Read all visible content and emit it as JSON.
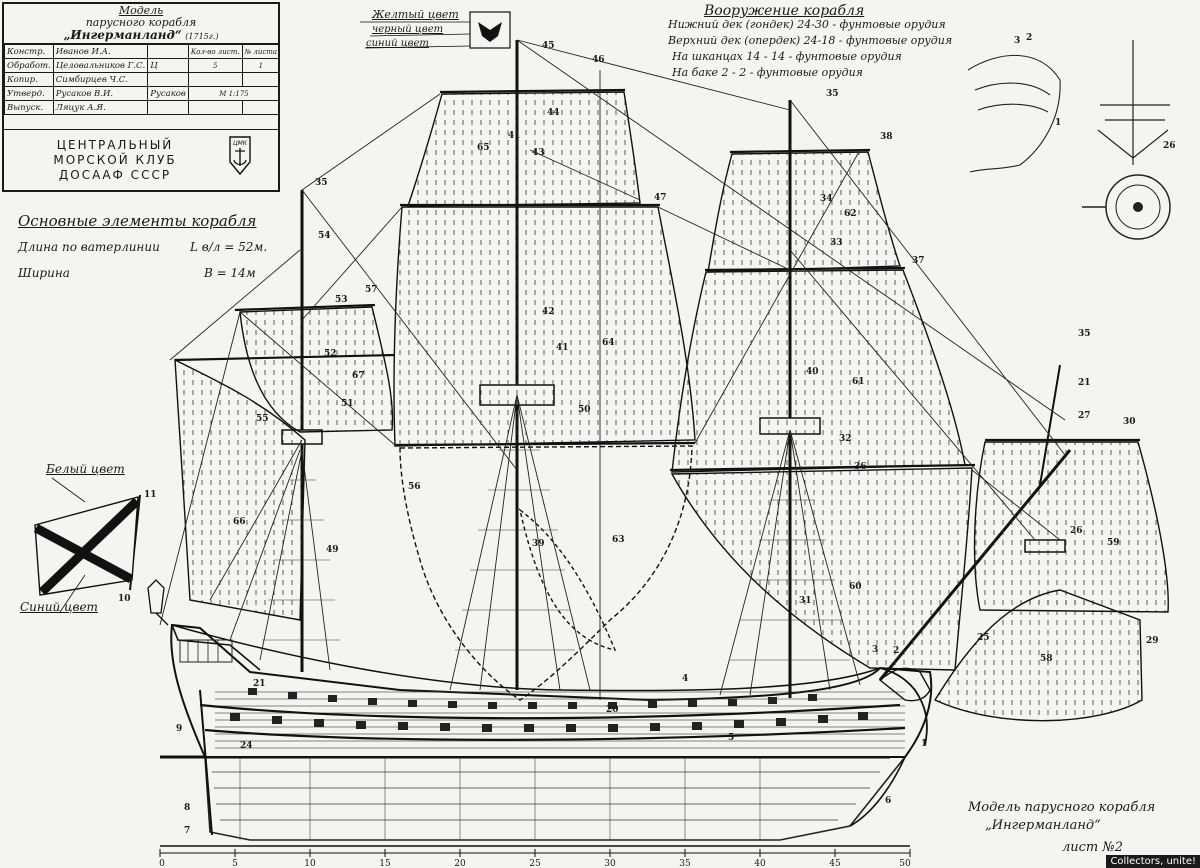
{
  "title_block": {
    "line1": "Модель",
    "line2": "парусного корабля",
    "line3": "„Ингерманланд“",
    "year": "(1715г.)",
    "rows": [
      {
        "role": "Констр.",
        "name": "Иванов И.А.",
        "sign": "",
        "c1": "Кол-во лист.",
        "c2": "№ листа"
      },
      {
        "role": "Обработ.",
        "name": "Целовальников Г.С.",
        "sign": "Ц",
        "c1": "5",
        "c2": "1"
      },
      {
        "role": "Копир.",
        "name": "Симбирцев Ч.С.",
        "sign": "",
        "c1": "",
        "c2": ""
      },
      {
        "role": "Утверд.",
        "name": "Русаков В.И.",
        "sign": "Русаков",
        "c1": "М 1:175",
        "c2": ""
      },
      {
        "role": "Выпуск.",
        "name": "Ляцук А.Я.",
        "sign": "",
        "c1": "",
        "c2": ""
      }
    ],
    "org_line1": "ЦЕНТРАЛЬНЫЙ",
    "org_line2": "МОРСКОЙ КЛУБ",
    "org_line3": "ДОСААФ СССР",
    "emblem": "ЦМК"
  },
  "elements": {
    "heading": "Основные элементы корабля",
    "length_label": "Длина по ватерлинии",
    "length_value": "L в/л = 52м.",
    "width_label": "Ширина",
    "width_value": "B = 14м"
  },
  "armament": {
    "heading": "Вооружение корабля",
    "lines": [
      "Нижний дек (гондек) 24-30 - фунтовые орудия",
      "Верхний дек (опердек) 24-18 - фунтовые орудия",
      "На шканцах 14 - 14 - фунтовые орудия",
      "На баке 2 - 2 - фунтовые орудия"
    ]
  },
  "flag_colors": {
    "top": {
      "label": "Желтый цвет",
      "color": "#e8c23a"
    },
    "middle": {
      "label": "черный цвет",
      "color": "#111111"
    },
    "bottom": {
      "label": "синий цвет",
      "color": "#1f3f8f"
    }
  },
  "jack": {
    "white_label": "Белый цвет",
    "blue_label": "Синий цвет"
  },
  "sheet": {
    "line1": "Модель парусного корабля",
    "line2": "„Ингерманланд“",
    "number": "лист №2"
  },
  "credit": "Collectors, unite!",
  "scale_ticks": [
    "0",
    "5",
    "10",
    "15",
    "20",
    "25",
    "30",
    "35",
    "40",
    "45",
    "50"
  ],
  "callouts": [
    {
      "t": "45"
    },
    {
      "t": "44"
    },
    {
      "t": "41"
    },
    {
      "t": "43"
    },
    {
      "t": "65"
    },
    {
      "t": "46"
    },
    {
      "t": "47"
    },
    {
      "t": "35"
    },
    {
      "t": "38"
    },
    {
      "t": "34"
    },
    {
      "t": "62"
    },
    {
      "t": "33"
    },
    {
      "t": "37"
    },
    {
      "t": "35"
    },
    {
      "t": "54"
    },
    {
      "t": "53"
    },
    {
      "t": "57"
    },
    {
      "t": "52"
    },
    {
      "t": "67"
    },
    {
      "t": "51"
    },
    {
      "t": "55"
    },
    {
      "t": "56"
    },
    {
      "t": "66"
    },
    {
      "t": "49"
    },
    {
      "t": "11"
    },
    {
      "t": "10"
    },
    {
      "t": "42"
    },
    {
      "t": "41"
    },
    {
      "t": "64"
    },
    {
      "t": "50"
    },
    {
      "t": "39"
    },
    {
      "t": "63"
    },
    {
      "t": "40"
    },
    {
      "t": "61"
    },
    {
      "t": "32"
    },
    {
      "t": "36"
    },
    {
      "t": "31"
    },
    {
      "t": "60"
    },
    {
      "t": "35"
    },
    {
      "t": "21"
    },
    {
      "t": "27"
    },
    {
      "t": "30"
    },
    {
      "t": "26"
    },
    {
      "t": "59"
    },
    {
      "t": "29"
    },
    {
      "t": "25"
    },
    {
      "t": "58"
    },
    {
      "t": "3"
    },
    {
      "t": "2"
    },
    {
      "t": "4"
    },
    {
      "t": "20"
    },
    {
      "t": "21"
    },
    {
      "t": "24"
    },
    {
      "t": "9"
    },
    {
      "t": "8"
    },
    {
      "t": "7"
    },
    {
      "t": "1"
    },
    {
      "t": "6"
    },
    {
      "t": "5"
    },
    {
      "t": "26"
    },
    {
      "t": "3"
    },
    {
      "t": "2"
    },
    {
      "t": "1"
    }
  ]
}
